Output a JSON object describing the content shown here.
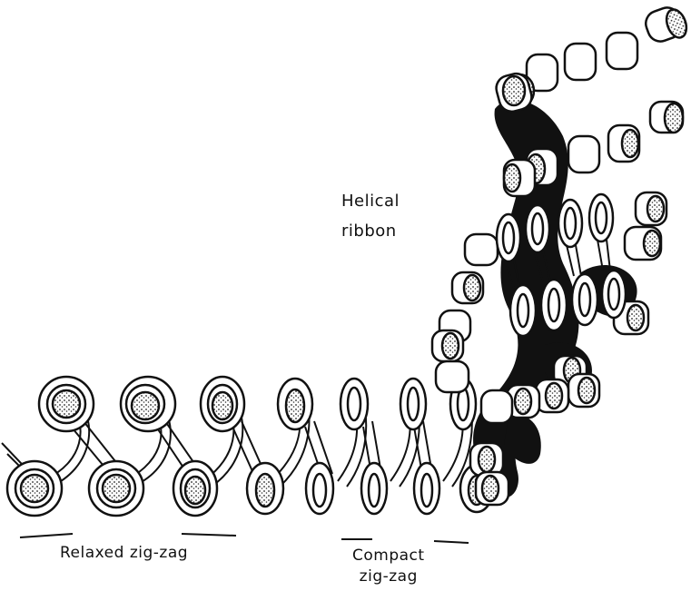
{
  "figure": {
    "labels": {
      "helical_line1": "Helical",
      "helical_line2": "ribbon",
      "relaxed": "Relaxed zig-zag",
      "compact_line1": "Compact",
      "compact_line2": "zig-zag"
    }
  },
  "colors": {
    "ink": "#111111",
    "paper": "#ffffff",
    "stipple": "#555555"
  }
}
